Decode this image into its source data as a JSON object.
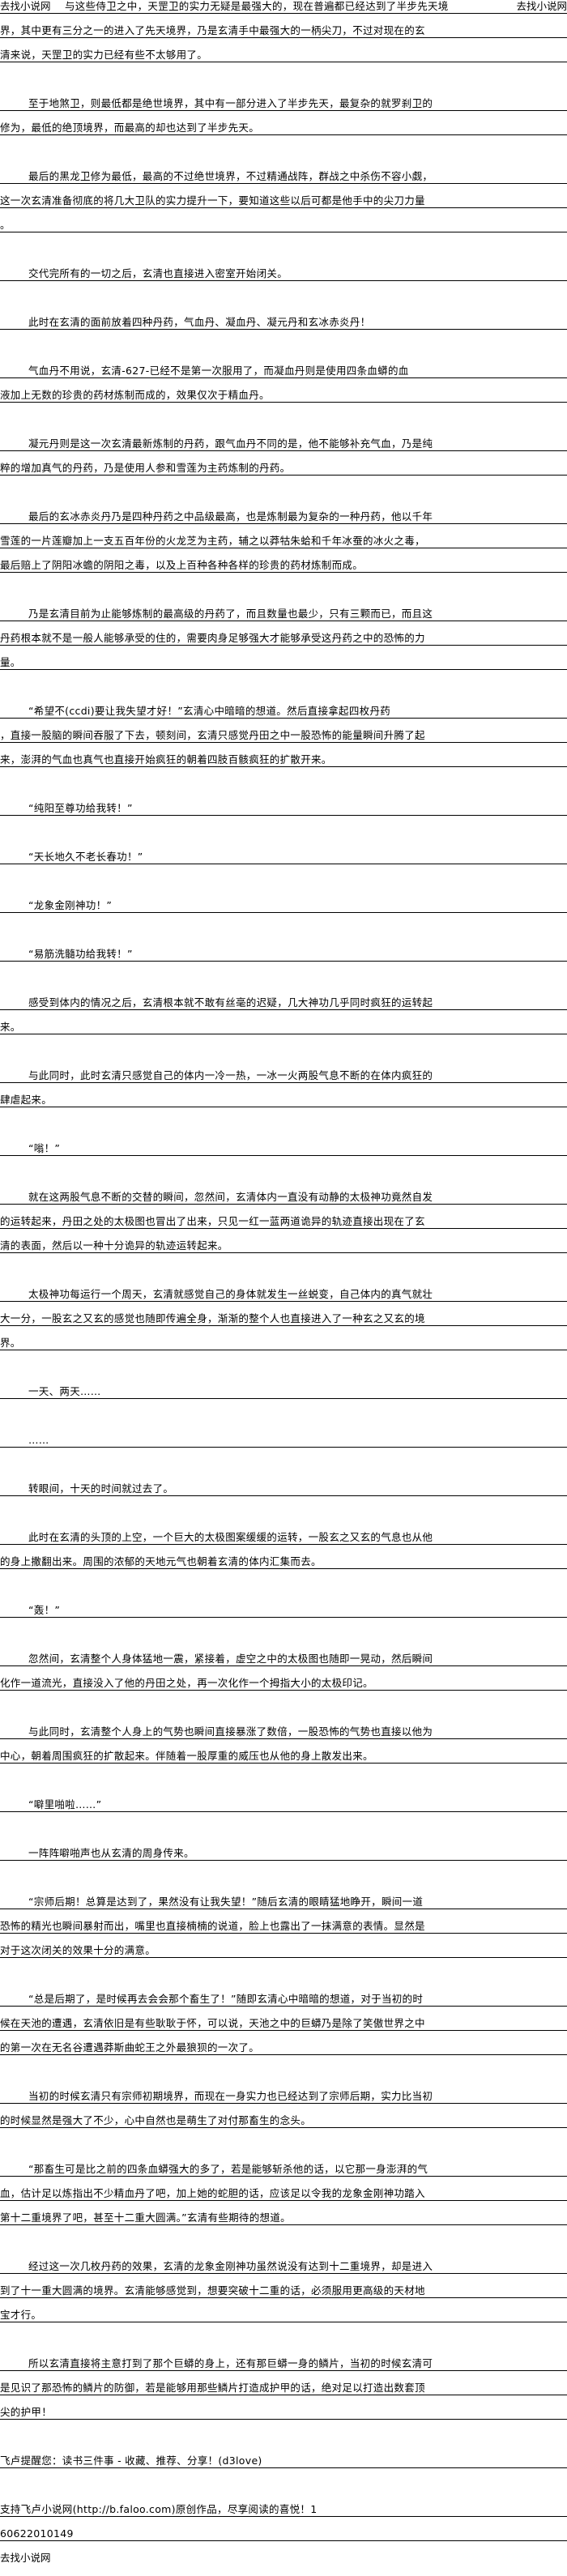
{
  "site_label": "去找小说网",
  "paragraphs": [
    {
      "indent": false,
      "lines": [
        "与这些侍卫之中，天罡卫的实力无疑是最强大的，现在普遍都已经达到了半步先天境",
        "界，其中更有三分之一的进入了先天境界，乃是玄清手中最强大的一柄尖刀，不过对现在的玄",
        "清来说，天罡卫的实力已经有些不太够用了。"
      ]
    },
    {
      "indent": true,
      "lines": [
        "至于地煞卫，则最低都是绝世境界，其中有一部分进入了半步先天，最复杂的就罗刹卫的",
        "修为，最低的绝顶境界，而最高的却也达到了半步先天。"
      ]
    },
    {
      "indent": true,
      "lines": [
        "最后的黑龙卫修为最低，最高的不过绝世境界，不过精通战阵，群战之中杀伤不容小觑，",
        "这一次玄清准备彻底的将几大卫队的实力提升一下，要知道这些以后可都是他手中的尖刀力量",
        "。"
      ]
    },
    {
      "indent": true,
      "lines": [
        "交代完所有的一切之后，玄清也直接进入密室开始闭关。"
      ]
    },
    {
      "indent": true,
      "lines": [
        "此时在玄清的面前放着四种丹药，气血丹、凝血丹、凝元丹和玄冰赤炎丹！"
      ]
    },
    {
      "indent": true,
      "lines": [
        "气血丹不用说，玄清-627-已经不是第一次服用了，而凝血丹则是使用四条血蟒的血",
        "液加上无数的珍贵的药材炼制而成的，效果仅次于精血丹。"
      ]
    },
    {
      "indent": true,
      "lines": [
        "凝元丹则是这一次玄清最新炼制的丹药，跟气血丹不同的是，他不能够补充气血，乃是纯",
        "粹的增加真气的丹药，乃是使用人参和雪莲为主药炼制的丹药。"
      ]
    },
    {
      "indent": true,
      "lines": [
        "最后的玄冰赤炎丹乃是四种丹药之中品级最高，也是炼制最为复杂的一种丹药，他以千年",
        "雪莲的一片莲瓣加上一支五百年份的火龙芝为主药，辅之以莽牯朱蛤和千年冰蚕的冰火之毒，",
        "最后赔上了阴阳冰蟾的阴阳之毒，以及上百种各种各样的珍贵的药材炼制而成。"
      ]
    },
    {
      "indent": true,
      "lines": [
        "乃是玄清目前为止能够炼制的最高级的丹药了，而且数量也最少，只有三颗而已，而且这",
        "丹药根本就不是一般人能够承受的住的，需要肉身足够强大才能够承受这丹药之中的恐怖的力",
        "量。"
      ]
    },
    {
      "indent": true,
      "lines": [
        "“希望不(ccdi)要让我失望才好！”玄清心中暗暗的想道。然后直接拿起四枚丹药",
        "，直接一股脑的瞬间吞服了下去，顿刻间，玄清只感觉丹田之中一股恐怖的能量瞬间升腾了起",
        "来，澎湃的气血也真气也直接开始疯狂的朝着四肢百骸疯狂的扩散开来。"
      ]
    },
    {
      "indent": true,
      "lines": [
        "“纯阳至尊功给我转！”"
      ]
    },
    {
      "indent": true,
      "lines": [
        "“天长地久不老长春功！”"
      ]
    },
    {
      "indent": true,
      "lines": [
        "“龙象金刚神功！”"
      ]
    },
    {
      "indent": true,
      "lines": [
        "“易筋洗髓功给我转！”"
      ]
    },
    {
      "indent": true,
      "lines": [
        "感受到体内的情况之后，玄清根本就不敢有丝毫的迟疑，几大神功几乎同时疯狂的运转起",
        "来。"
      ]
    },
    {
      "indent": true,
      "lines": [
        "与此同时，此时玄清只感觉自己的体内一冷一热，一冰一火两股气息不断的在体内疯狂的",
        "肆虐起来。"
      ]
    },
    {
      "indent": true,
      "lines": [
        "“嗡！”"
      ]
    },
    {
      "indent": true,
      "lines": [
        "就在这两股气息不断的交替的瞬间，忽然间，玄清体内一直没有动静的太极神功竟然自发",
        "的运转起来，丹田之处的太极图也冒出了出来，只见一红一蓝两道诡异的轨迹直接出现在了玄",
        "清的表面，然后以一种十分诡异的轨迹运转起来。"
      ]
    },
    {
      "indent": true,
      "lines": [
        "太极神功每运行一个周天，玄清就感觉自己的身体就发生一丝蜕变，自己体内的真气就壮",
        "大一分，一股玄之又玄的感觉也随即传遍全身，渐渐的整个人也直接进入了一种玄之又玄的境",
        "界。"
      ]
    },
    {
      "indent": true,
      "lines": [
        "一天、两天……"
      ]
    },
    {
      "indent": true,
      "lines": [
        "……"
      ]
    },
    {
      "indent": true,
      "lines": [
        "转眼间，十天的时间就过去了。"
      ]
    },
    {
      "indent": true,
      "lines": [
        "此时在玄清的头顶的上空，一个巨大的太极图案缓缓的运转，一股玄之又玄的气息也从他",
        "的身上撒翻出来。周围的浓郁的天地元气也朝着玄清的体内汇集而去。"
      ]
    },
    {
      "indent": true,
      "lines": [
        "“轰！”"
      ]
    },
    {
      "indent": true,
      "lines": [
        "忽然间，玄清整个人身体猛地一震，紧接着，虚空之中的太极图也随即一晃动，然后瞬间",
        "化作一道流光，直接没入了他的丹田之处，再一次化作一个拇指大小的太极印记。"
      ]
    },
    {
      "indent": true,
      "lines": [
        "与此同时，玄清整个人身上的气势也瞬间直接暴涨了数倍，一股恐怖的气势也直接以他为",
        "中心，朝着周围疯狂的扩散起来。伴随着一股厚重的威压也从他的身上散发出来。"
      ]
    },
    {
      "indent": true,
      "lines": [
        "“噼里啪啦……”"
      ]
    },
    {
      "indent": true,
      "lines": [
        "一阵阵噼啪声也从玄清的周身传来。"
      ]
    },
    {
      "indent": true,
      "lines": [
        "“宗师后期！总算是达到了，果然没有让我失望！”随后玄清的眼睛猛地睁开，瞬间一道",
        "恐怖的精光也瞬间暴射而出，嘴里也直接楠楠的说道，脸上也露出了一抹满意的表情。显然是",
        "对于这次闭关的效果十分的满意。"
      ]
    },
    {
      "indent": true,
      "lines": [
        "“总是后期了，是时候再去会会那个畜生了！”随即玄清心中暗暗的想道，对于当初的时",
        "候在天池的遭遇，玄清依旧是有些耿耿于怀，可以说，天池之中的巨蟒乃是除了笑傲世界之中",
        "的第一次在无名谷遭遇莽斯曲蛇王之外最狼狈的一次了。"
      ]
    },
    {
      "indent": true,
      "lines": [
        "当初的时候玄清只有宗师初期境界，而现在一身实力也已经达到了宗师后期，实力比当初",
        "的时候显然是强大了不少，心中自然也是萌生了对付那畜生的念头。"
      ]
    },
    {
      "indent": true,
      "lines": [
        "“那畜生可是比之前的四条血蟒强大的多了，若是能够斩杀他的话，以它那一身澎湃的气",
        "血，估计足以炼指出不少精血丹了吧，加上她的蛇胆的话，应该足以令我的龙象金刚神功踏入",
        "第十二重境界了吧，甚至十二重大圆满。”玄清有些期待的想道。"
      ]
    },
    {
      "indent": true,
      "lines": [
        "经过这一次几枚丹药的效果，玄清的龙象金刚神功虽然说没有达到十二重境界，却是进入",
        "到了十一重大圆满的境界。玄清能够感觉到，想要突破十二重的话，必须服用更高级的天材地",
        "宝才行。"
      ]
    },
    {
      "indent": true,
      "lines": [
        "所以玄清直接将主意打到了那个巨蟒的身上，还有那巨蟒一身的鳞片，当初的时候玄清可",
        "是见识了那恐怖的鳞片的防御，若是能够用那些鳞片打造成护甲的话，绝对足以打造出数套顶",
        "尖的护甲！"
      ]
    },
    {
      "indent": false,
      "lines": [
        "飞卢提醒您：读书三件事 - 收藏、推荐、分享！(d3love)"
      ]
    },
    {
      "indent": false,
      "lines": [
        "支持飞卢小说网(http://b.faloo.com)原创作品，尽享阅读的喜悦！1",
        "60622010149"
      ]
    }
  ],
  "footer_label": "去找小说网"
}
